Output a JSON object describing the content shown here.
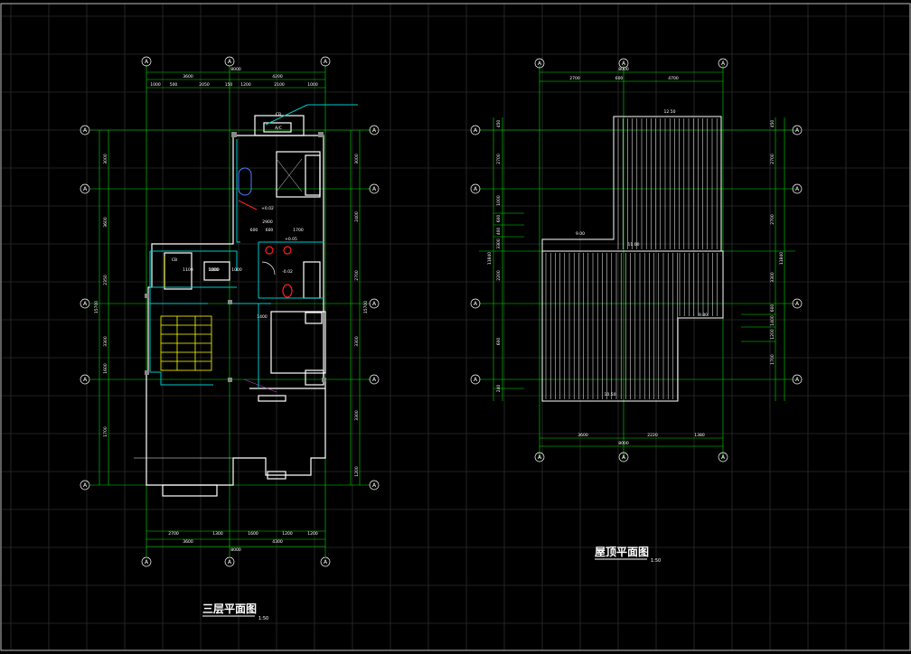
{
  "colors": {
    "background": "#000000",
    "grid": "#2c2c2c",
    "wall": "#ffffff",
    "dimension": "#00e000",
    "partition": "#00c8c8",
    "stair": "#ffff00",
    "fixture_red": "#ff2020",
    "fixture_magenta": "#c040c0"
  },
  "third_floor_plan": {
    "title": "三层平面图",
    "scale": "1:50",
    "top_dims_overall": "8000",
    "top_dims_row2": [
      "3600",
      "4200"
    ],
    "top_dims_row3": [
      "1000",
      "500",
      "2050",
      "150",
      "1200",
      "2100",
      "1000"
    ],
    "bottom_dims_row1": [
      "2700",
      "1300",
      "1600",
      "1200",
      "1200"
    ],
    "bottom_dims_row2": [
      "3600",
      "4300"
    ],
    "bottom_dims_overall": "8000",
    "left_dims": [
      "3000",
      "3600",
      "2350",
      "3300",
      "1600",
      "1700"
    ],
    "left_total": "15700",
    "right_dims": [
      "3000",
      "2400",
      "2700",
      "3300",
      "3300",
      "1200"
    ],
    "right_total": "15700",
    "inner_dims": [
      "2900",
      "600",
      "600",
      "1700",
      "1000",
      "1400",
      "1100",
      "1000"
    ],
    "room_labels": [
      "CB",
      "A/C",
      "CB",
      "1000"
    ],
    "level_marks": [
      "+0.02",
      "+0.05",
      "-0.02"
    ],
    "axis_letter": "A"
  },
  "roof_plan": {
    "title": "屋顶平面图",
    "scale": "1:50",
    "top_dims_overall": "8000",
    "top_dims_row2": [
      "2700",
      "600",
      "4700"
    ],
    "bottom_dims_row1": [
      "3600",
      "2220",
      "1380"
    ],
    "bottom_dims_overall": "8000",
    "left_dims": [
      "450",
      "2700",
      "1000",
      "600",
      "400",
      "3300",
      "2200",
      "600",
      "240"
    ],
    "left_total": "11840",
    "right_dims": [
      "450",
      "2700",
      "2700",
      "3300",
      "600",
      "1400",
      "1200",
      "1700"
    ],
    "right_total": "11840",
    "level_marks": [
      "12.50",
      "9.00",
      "11.00",
      "10.50",
      "9.80"
    ],
    "axis_letter": "A"
  }
}
